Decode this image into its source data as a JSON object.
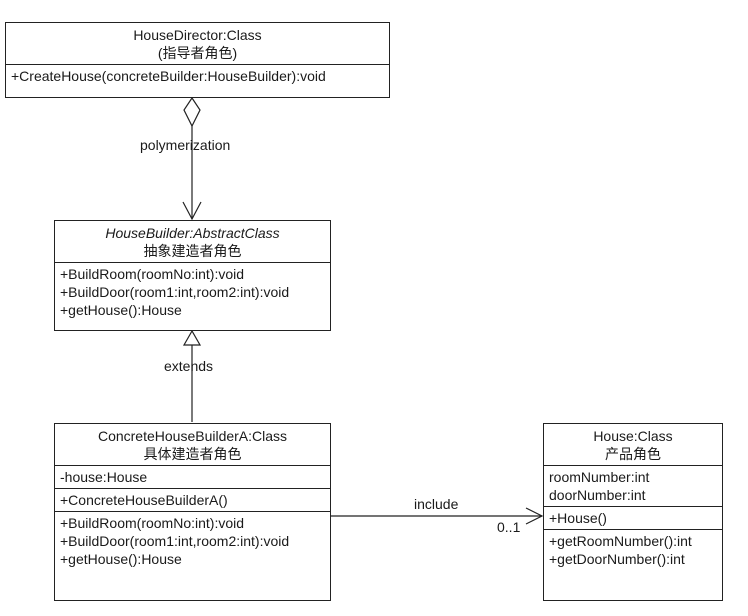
{
  "director": {
    "title": "HouseDirector:Class",
    "subtitle": "(指导者角色)",
    "operations": [
      "+CreateHouse(concreteBuilder:HouseBuilder):void"
    ]
  },
  "builder": {
    "title": "HouseBuilder:AbstractClass",
    "subtitle": "抽象建造者角色",
    "operations": [
      "+BuildRoom(roomNo:int):void",
      "+BuildDoor(room1:int,room2:int):void",
      "+getHouse():House"
    ]
  },
  "concrete": {
    "title": "ConcreteHouseBuilderA:Class",
    "subtitle": "具体建造者角色",
    "attributes": [
      "-house:House"
    ],
    "constructors": [
      "+ConcreteHouseBuilderA()"
    ],
    "operations": [
      "+BuildRoom(roomNo:int):void",
      "+BuildDoor(room1:int,room2:int):void",
      "+getHouse():House"
    ]
  },
  "house": {
    "title": "House:Class",
    "subtitle": "产品角色",
    "attributes": [
      "roomNumber:int",
      "doorNumber:int"
    ],
    "constructors": [
      "+House()"
    ],
    "operations": [
      "+getRoomNumber():int",
      "+getDoorNumber():int"
    ]
  },
  "relations": {
    "aggregation_label": "polymerization",
    "extends_label": "extends",
    "include_label": "include",
    "include_multiplicity": "0..1"
  }
}
